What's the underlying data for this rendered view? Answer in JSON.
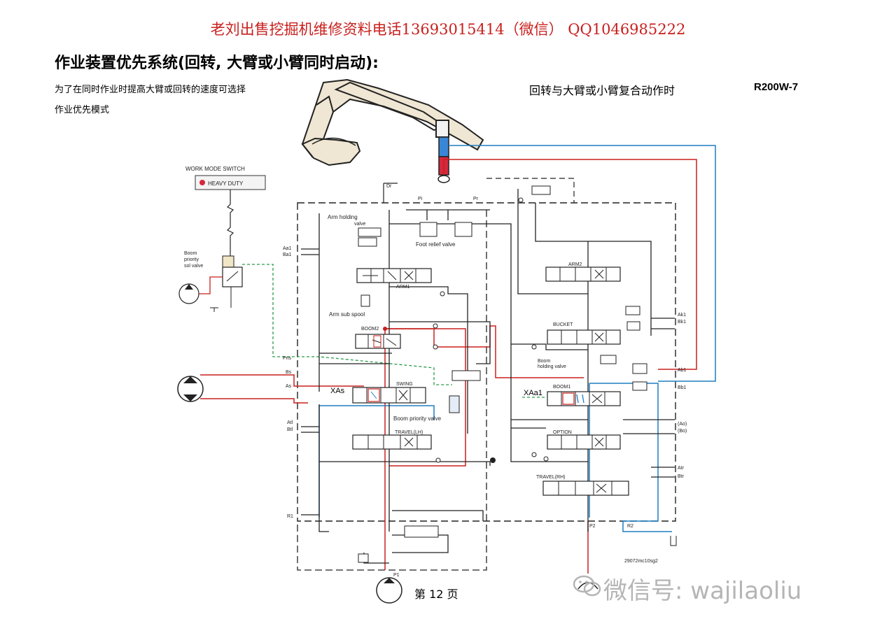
{
  "header": {
    "banner": "老刘出售挖掘机维修资料电话13693015414（微信） QQ1046985222",
    "title": "作业装置优先系统(回转, 大臂或小臂同时启动):",
    "description_line1": "为了在同时作业时提高大臂或回转的速度可选择",
    "description_line2": "作业优先模式",
    "caption": "回转与大臂或小臂复合动作时",
    "model": "R200W-7"
  },
  "diagram": {
    "work_mode_switch": "WORK MODE SWITCH",
    "heavy_duty": "HEAVY DUTY",
    "boom_priority_sol_valve": [
      "Boom",
      "priority",
      "sol valve"
    ],
    "arm_holding": "Arm holding",
    "valve_label": "valve",
    "foot_relief_valve": "Foot relief valve",
    "arm_sub_spool": "Arm sub spool",
    "arm1": "ARM1",
    "arm2": "ARM2",
    "boom2": "BOOM2",
    "bucket": "BUCKET",
    "boom_holding_valve": [
      "Boom",
      "holding valve"
    ],
    "boom1": "BOOM1",
    "swing": "SWING",
    "boom_priority_valve": "Boom priority valve",
    "travel_lh": "TRAVEL(LH)",
    "option": "OPTION",
    "travel_rh": "TRAVEL(RH)",
    "xas": "XAs",
    "xab1": "XAa1",
    "port_dr": "Dr",
    "port_pi": "Pi",
    "port_pr": "Pr",
    "port_aa1": "Aa1",
    "port_ba1": "Ba1",
    "port_pns": "Pns",
    "port_bs": "Bs",
    "port_as": "As",
    "port_atl": "Atl",
    "port_btl": "Btl",
    "port_r1": "R1",
    "port_p1": "P1",
    "port_p2": "P2",
    "port_r2": "R2",
    "port_ak1": "Ak1",
    "port_bk1": "Bk1",
    "port_ab1": "Ab1",
    "port_bb1": "Bb1",
    "port_ao": "(Ao)",
    "port_bo": "(Bo)",
    "port_atr": "Atr",
    "port_btr": "Btr",
    "drawing_no": "29072mc10sg2"
  },
  "footer": {
    "page": "第 12 页",
    "watermark": "微信号: wajilaoliu"
  },
  "colors": {
    "banner": "#c8201e",
    "pressure_line": "#c8201e",
    "return_line": "#1f7fc1",
    "pilot_line": "#2a9a4a",
    "cylinder_blue": "#3a86d6",
    "cylinder_red": "#d6283c",
    "watermark": "#b5b5b5"
  }
}
